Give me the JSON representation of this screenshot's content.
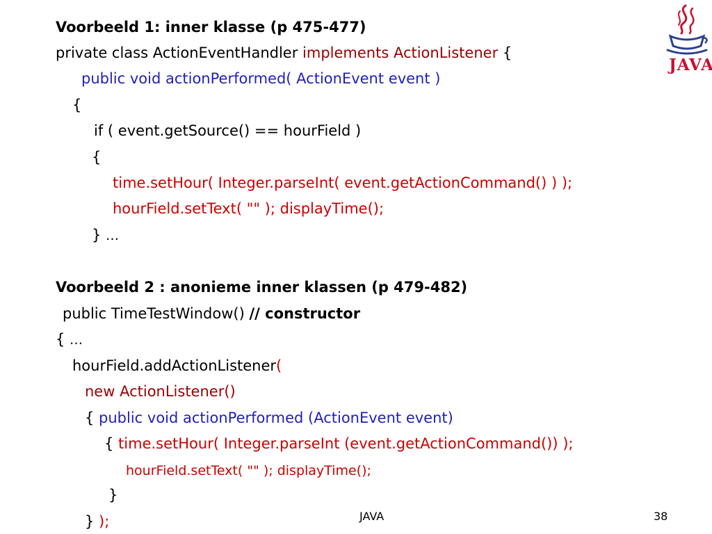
{
  "example1": {
    "heading": "Voorbeeld 1: inner klasse (p 475-477)",
    "class_decl_a": "private class ActionEventHandler ",
    "class_decl_b": "implements ActionListener",
    "class_decl_c": " {",
    "method_decl": "public void actionPerformed( ActionEvent event )",
    "open_brace": "{",
    "if_stmt": "if ( event.getSource() == hourField )",
    "if_open": "{",
    "stmt1": "time.setHour( Integer.parseInt( event.getActionCommand() ) );",
    "stmt2": "hourField.setText( \"\" ); displayTime();",
    "close_a": "} ",
    "close_b": "…"
  },
  "example2": {
    "heading": "Voorbeeld 2 : anonieme inner klassen (p 479-482)",
    "ctor_a": "public TimeTestWindow() ",
    "ctor_b": "// constructor",
    "open_a": "{ ",
    "open_b": "…",
    "add_listener_a": "hourField.addActionListener",
    "add_listener_b": "(",
    "new_listener": "new ActionListener()",
    "inner_open": "{  ",
    "inner_method": "public void actionPerformed (ActionEvent event)",
    "method_open": "{  ",
    "stmt1": "time.setHour( Integer.parseInt (event.getActionCommand()) );",
    "stmt2": "hourField.setText( \"\" ); displayTime();",
    "method_close": "}",
    "end_a": "} ",
    "end_b": ");"
  },
  "logo": {
    "text": "JAVA",
    "icon": "java-coffee-cup-icon"
  },
  "footer": {
    "center": "JAVA",
    "page_number": "38"
  },
  "colors": {
    "text": "#000000",
    "keyword_red": "#cc0000",
    "method_blue": "#1f1fbf",
    "dark_red": "#990000",
    "logo_red": "#c8102e",
    "logo_blue": "#2a3f8f"
  }
}
